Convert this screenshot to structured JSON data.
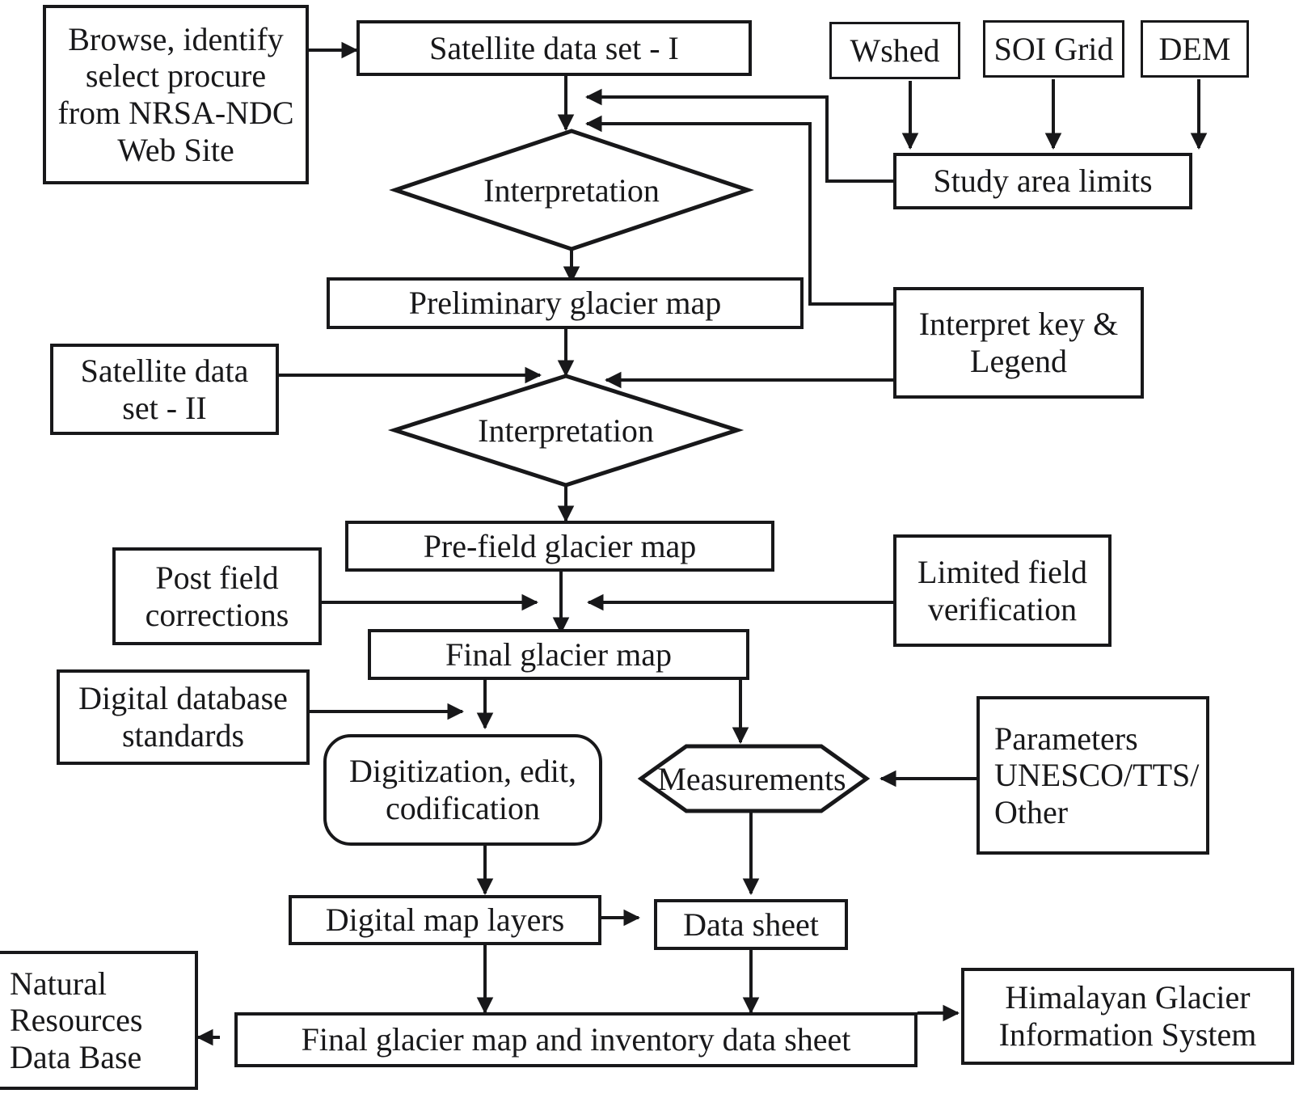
{
  "diagram": {
    "title": "Glacier inventory methodology flowchart",
    "line_color": "#18181a",
    "background": "#ffffff"
  },
  "nodes": {
    "browse_procure": {
      "label": "Browse, identify\nselect procure\nfrom NRSA-NDC\nWeb Site",
      "shape": "rect"
    },
    "satellite_i": {
      "label": "Satellite data set - I",
      "shape": "rect"
    },
    "wshed": {
      "label": "Wshed",
      "shape": "rect"
    },
    "soi_grid": {
      "label": "SOI Grid",
      "shape": "rect"
    },
    "dem": {
      "label": "DEM",
      "shape": "rect"
    },
    "study_area_limits": {
      "label": "Study area limits",
      "shape": "rect"
    },
    "interpretation_1": {
      "label": "Interpretation",
      "shape": "diamond"
    },
    "preliminary_map": {
      "label": "Preliminary glacier map",
      "shape": "rect"
    },
    "interpret_key_legend": {
      "label": "Interpret key &\nLegend",
      "shape": "rect"
    },
    "satellite_ii": {
      "label": "Satellite data\nset - II",
      "shape": "rect"
    },
    "interpretation_2": {
      "label": "Interpretation",
      "shape": "diamond"
    },
    "prefield_map": {
      "label": "Pre-field glacier map",
      "shape": "rect"
    },
    "post_field_corrections": {
      "label": "Post field\ncorrections",
      "shape": "rect"
    },
    "limited_field_verification": {
      "label": "Limited field\nverification",
      "shape": "rect"
    },
    "final_glacier_map": {
      "label": "Final glacier map",
      "shape": "rect"
    },
    "digital_database_standards": {
      "label": "Digital database\nstandards",
      "shape": "rect"
    },
    "digitization": {
      "label": "Digitization, edit,\ncodification",
      "shape": "rounded-rect"
    },
    "measurements": {
      "label": "Measurements",
      "shape": "hexagon"
    },
    "parameters": {
      "label": "Parameters\nUNESCO/TTS/\nOther",
      "shape": "rect"
    },
    "digital_map_layers": {
      "label": "Digital map layers",
      "shape": "rect"
    },
    "data_sheet": {
      "label": "Data sheet",
      "shape": "rect"
    },
    "final_map_and_inventory": {
      "label": "Final glacier map and inventory data sheet",
      "shape": "rect"
    },
    "natural_resources_db": {
      "label": "Natural\nResources\nData Base",
      "shape": "rect"
    },
    "himalayan_gis": {
      "label": "Himalayan Glacier\nInformation System",
      "shape": "rect"
    }
  },
  "edges": [
    {
      "from": "browse_procure",
      "to": "satellite_i",
      "arrow": true
    },
    {
      "from": "satellite_i",
      "to": "interpretation_1",
      "arrow": true
    },
    {
      "from": "wshed",
      "to": "study_area_limits",
      "arrow": true
    },
    {
      "from": "soi_grid",
      "to": "study_area_limits",
      "arrow": true
    },
    {
      "from": "dem",
      "to": "study_area_limits",
      "arrow": true
    },
    {
      "from": "study_area_limits",
      "to": "interpretation_1",
      "arrow": true
    },
    {
      "from": "interpret_key_legend",
      "to": "interpretation_1",
      "arrow": true
    },
    {
      "from": "interpretation_1",
      "to": "preliminary_map",
      "arrow": true
    },
    {
      "from": "preliminary_map",
      "to": "interpretation_2",
      "arrow": true
    },
    {
      "from": "satellite_ii",
      "to": "interpretation_2",
      "arrow": true
    },
    {
      "from": "interpret_key_legend",
      "to": "interpretation_2",
      "arrow": true
    },
    {
      "from": "interpretation_2",
      "to": "prefield_map",
      "arrow": true
    },
    {
      "from": "prefield_map",
      "to": "final_glacier_map",
      "arrow": true
    },
    {
      "from": "post_field_corrections",
      "to": "final_glacier_map",
      "arrow": true
    },
    {
      "from": "limited_field_verification",
      "to": "final_glacier_map",
      "arrow": true
    },
    {
      "from": "final_glacier_map",
      "to": "digitization",
      "arrow": true
    },
    {
      "from": "digital_database_standards",
      "to": "digitization",
      "arrow": true
    },
    {
      "from": "final_glacier_map",
      "to": "measurements",
      "arrow": true
    },
    {
      "from": "parameters",
      "to": "measurements",
      "arrow": true
    },
    {
      "from": "digitization",
      "to": "digital_map_layers",
      "arrow": true
    },
    {
      "from": "measurements",
      "to": "data_sheet",
      "arrow": true
    },
    {
      "from": "digital_map_layers",
      "to": "data_sheet",
      "arrow": true
    },
    {
      "from": "digital_map_layers",
      "to": "final_map_and_inventory",
      "arrow": true
    },
    {
      "from": "data_sheet",
      "to": "final_map_and_inventory",
      "arrow": true
    },
    {
      "from": "final_map_and_inventory",
      "to": "natural_resources_db",
      "arrow": true
    },
    {
      "from": "final_map_and_inventory",
      "to": "himalayan_gis",
      "arrow": true
    }
  ]
}
